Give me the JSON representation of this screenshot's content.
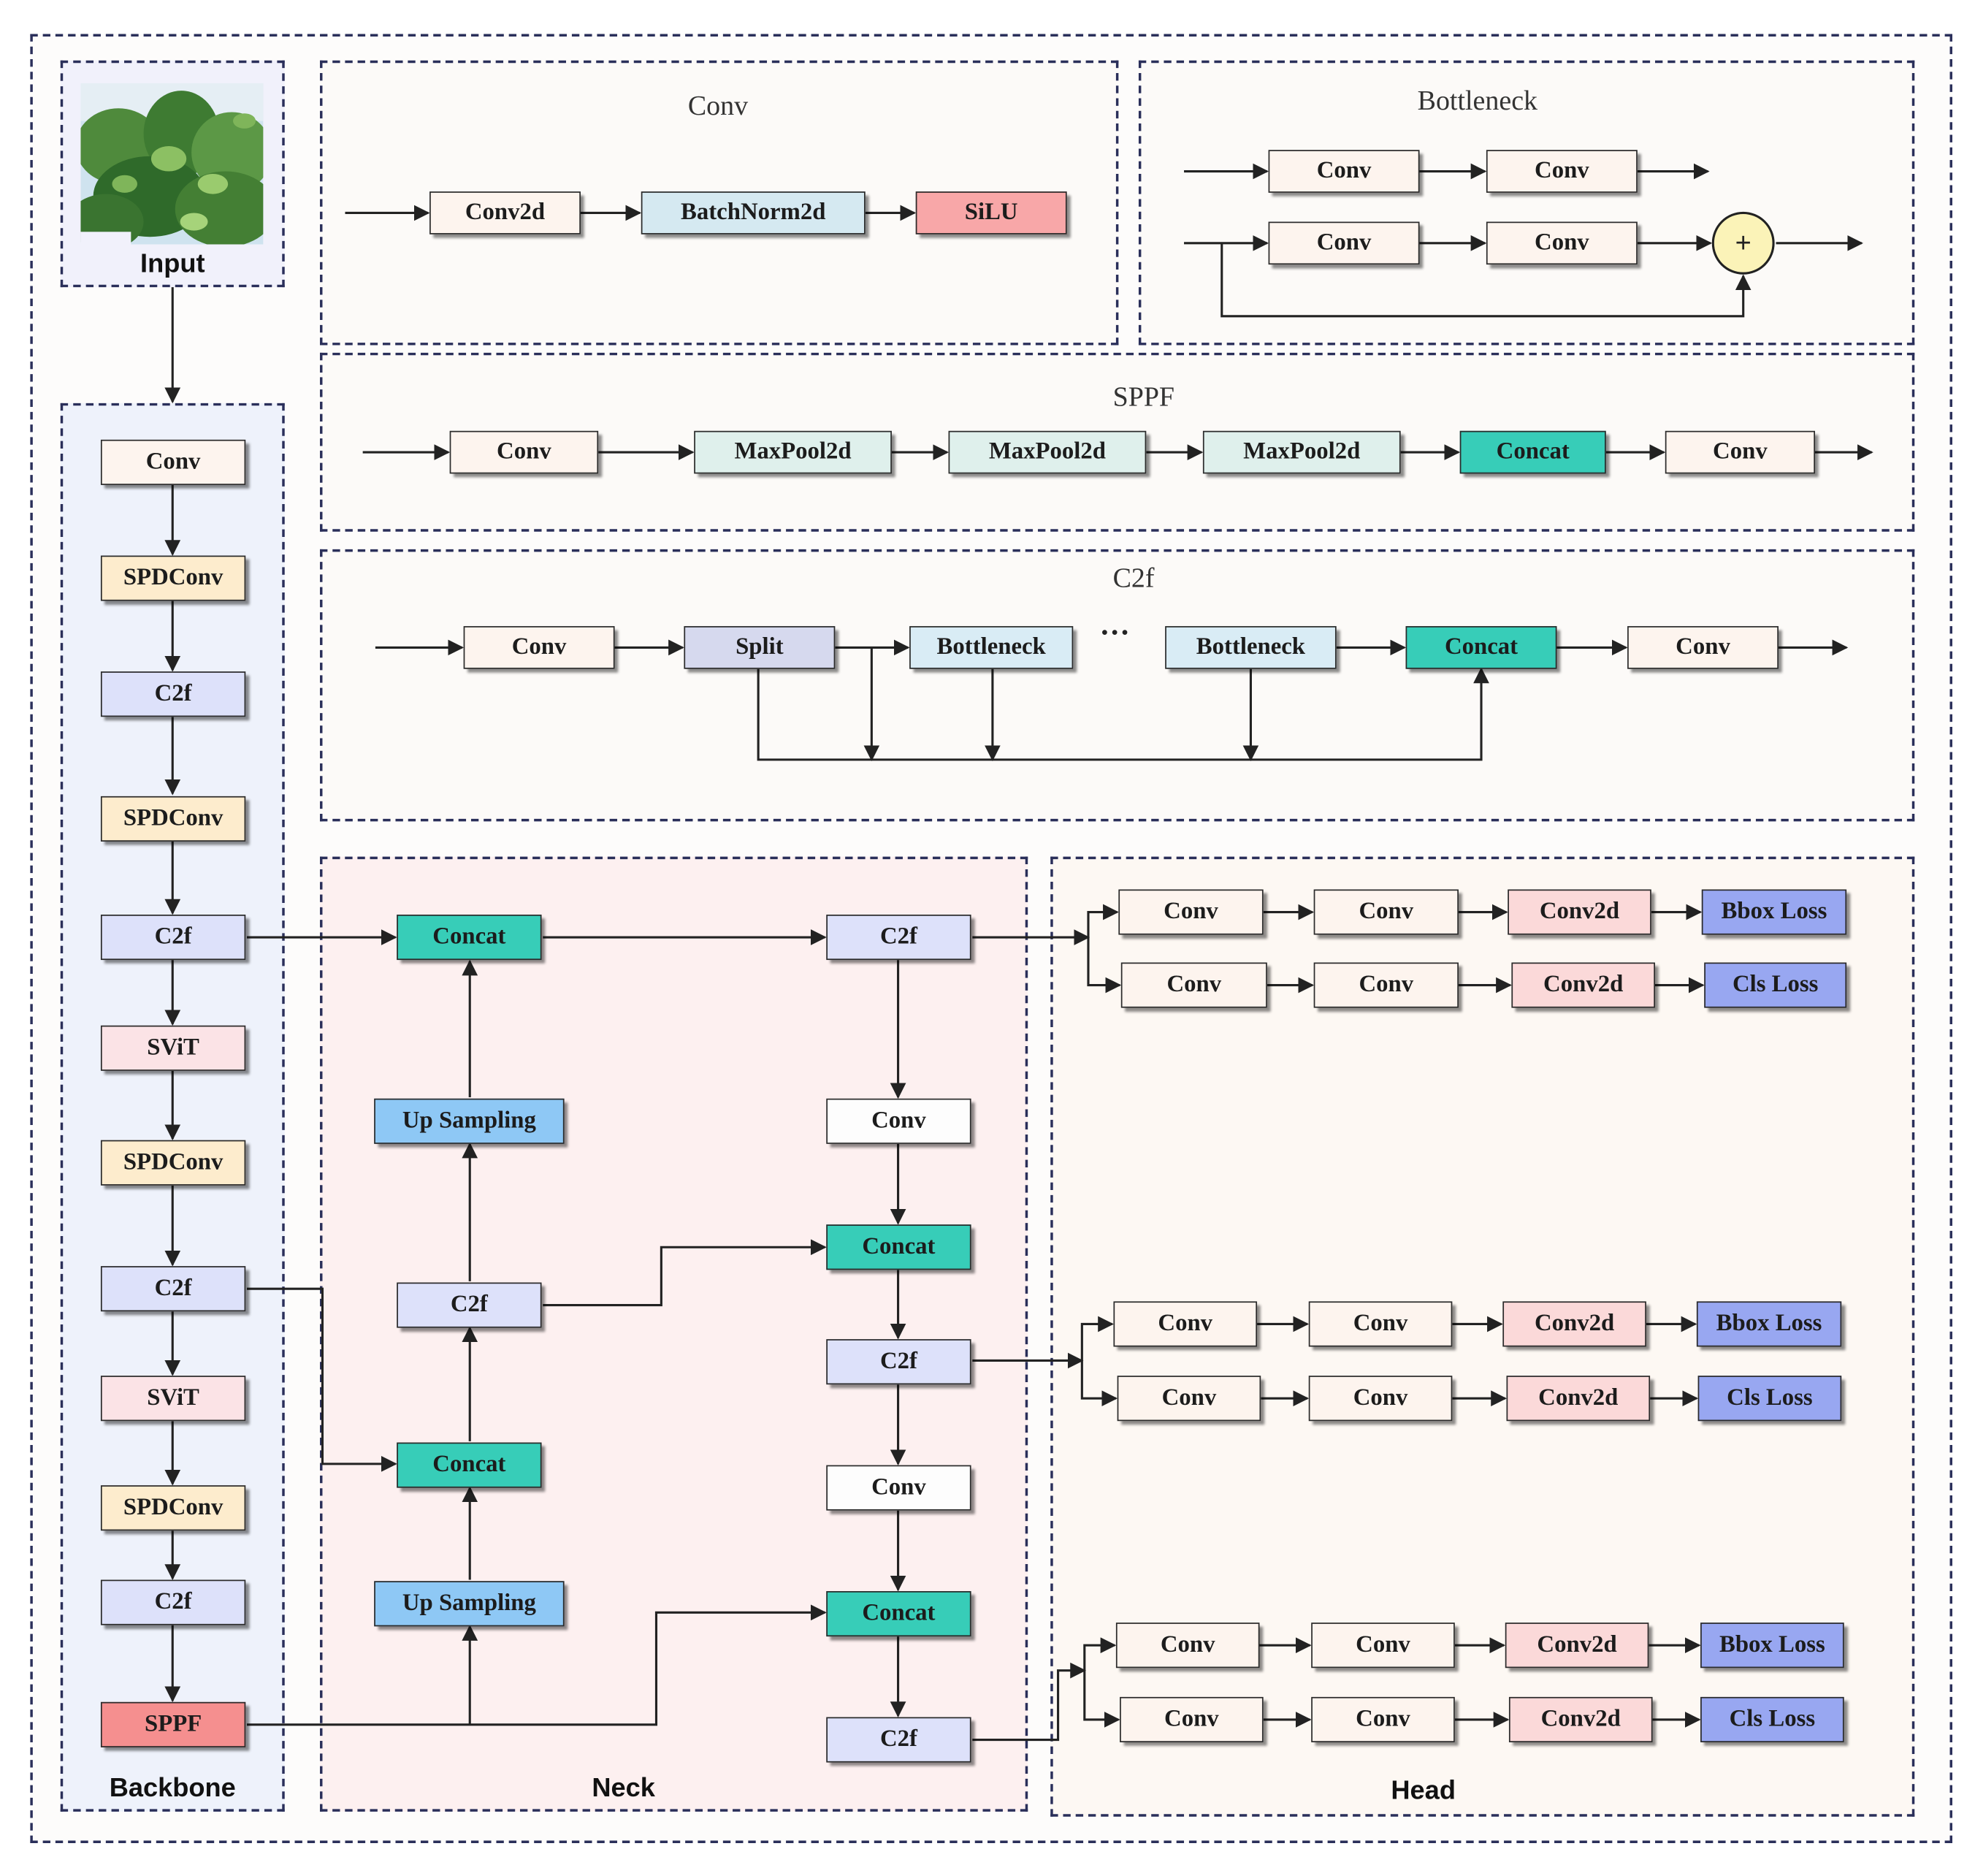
{
  "labels": {
    "input": "Input",
    "backbone": "Backbone",
    "neck": "Neck",
    "head": "Head",
    "conv_section": "Conv",
    "bottleneck_section": "Bottleneck",
    "sppf_section": "SPPF",
    "c2f_section": "C2f",
    "ellipsis": "···",
    "plus": "+"
  },
  "colors": {
    "conv": "#fdf4ee",
    "spdconv": "#fdeccd",
    "c2f": "#dde1fa",
    "svit": "#fbe3e6",
    "sppf": "#f58f8f",
    "concat": "#37cdb8",
    "upsampling": "#8ec8f5",
    "bn": "#d5e9f1",
    "silu": "#f8a7a8",
    "maxpool": "#dff0ec",
    "split": "#d6d9ee",
    "bottleneck_block": "#d9ecf5",
    "conv2d_head": "#fbd9d9",
    "loss": "#98a7f1"
  },
  "conv_module": {
    "blocks": [
      "Conv2d",
      "BatchNorm2d",
      "SiLU"
    ]
  },
  "bottleneck_module": {
    "row1": [
      "Conv",
      "Conv"
    ],
    "row2": [
      "Conv",
      "Conv"
    ]
  },
  "sppf_module": {
    "blocks": [
      "Conv",
      "MaxPool2d",
      "MaxPool2d",
      "MaxPool2d",
      "Concat",
      "Conv"
    ]
  },
  "c2f_module": {
    "blocks": [
      "Conv",
      "Split",
      "Bottleneck",
      "Bottleneck",
      "Concat",
      "Conv"
    ]
  },
  "backbone": {
    "blocks": [
      "Conv",
      "SPDConv",
      "C2f",
      "SPDConv",
      "C2f",
      "SViT",
      "SPDConv",
      "C2f",
      "SViT",
      "SPDConv",
      "C2f",
      "SPPF"
    ]
  },
  "neck": {
    "left": [
      "Concat",
      "Up Sampling",
      "C2f",
      "Concat",
      "Up Sampling"
    ],
    "right": [
      "C2f",
      "Conv",
      "Concat",
      "C2f",
      "Conv",
      "Concat",
      "C2f"
    ]
  },
  "head": {
    "groups": [
      {
        "row1": [
          "Conv",
          "Conv",
          "Conv2d",
          "Bbox Loss"
        ],
        "row2": [
          "Conv",
          "Conv",
          "Conv2d",
          "Cls Loss"
        ]
      },
      {
        "row1": [
          "Conv",
          "Conv",
          "Conv2d",
          "Bbox Loss"
        ],
        "row2": [
          "Conv",
          "Conv",
          "Conv2d",
          "Cls Loss"
        ]
      },
      {
        "row1": [
          "Conv",
          "Conv",
          "Conv2d",
          "Bbox Loss"
        ],
        "row2": [
          "Conv",
          "Conv",
          "Conv2d",
          "Cls Loss"
        ]
      }
    ]
  }
}
